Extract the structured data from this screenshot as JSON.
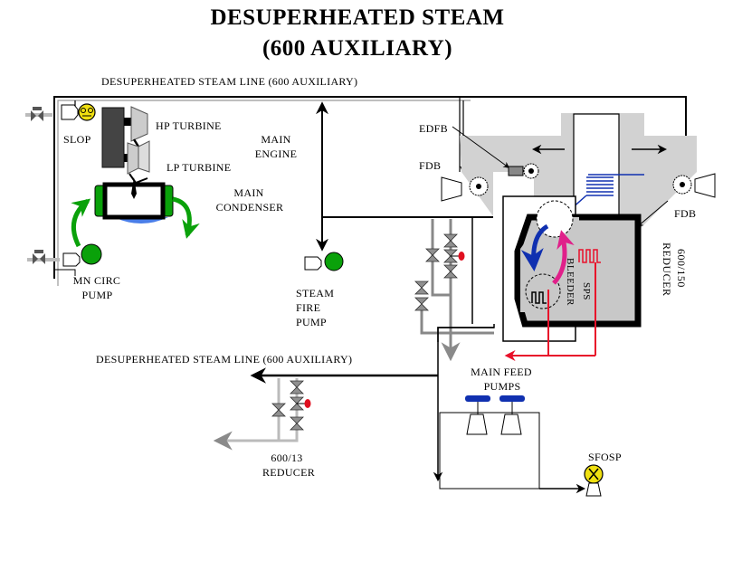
{
  "title": {
    "line1": "DESUPERHEATED STEAM",
    "line2": "(600 AUXILIARY)"
  },
  "labels": {
    "steam_line_top": "DESUPERHEATED STEAM LINE (600 AUXILIARY)",
    "steam_line_bottom": "DESUPERHEATED STEAM LINE (600 AUXILIARY)",
    "slop": "SLOP",
    "hp_turbine": "HP TURBINE",
    "lp_turbine": "LP TURBINE",
    "main_engine_1": "MAIN",
    "main_engine_2": "ENGINE",
    "main_condenser_1": "MAIN",
    "main_condenser_2": "CONDENSER",
    "mn_circ_pump_1": "MN CIRC",
    "mn_circ_pump_2": "PUMP",
    "steam_fire_pump_1": "STEAM",
    "steam_fire_pump_2": "FIRE",
    "steam_fire_pump_3": "PUMP",
    "edfb": "EDFB",
    "fdb_left": "FDB",
    "fdb_right": "FDB",
    "reducer_600_150_1": "600/150",
    "reducer_600_150_2": "REDUCER",
    "bleeder": "BLEEDER",
    "sps": "SPS",
    "main_feed_pumps_1": "MAIN FEED",
    "main_feed_pumps_2": "PUMPS",
    "reducer_600_13_1": "600/13",
    "reducer_600_13_2": "REDUCER",
    "sfosp": "SFOSP"
  },
  "colors": {
    "line": "#000000",
    "pipe_gray": "#bdbdbd",
    "duct_gray": "#d2d2d2",
    "pump_green": "#0aa10a",
    "slop_yellow": "#f0e010",
    "superheat_red": "#e8102a",
    "bleeder_magenta": "#e0208a",
    "feed_blue": "#1030b0",
    "water_blue": "#4a7ee8",
    "valve_gray": "#909090",
    "handwheel_red": "#e01020"
  }
}
